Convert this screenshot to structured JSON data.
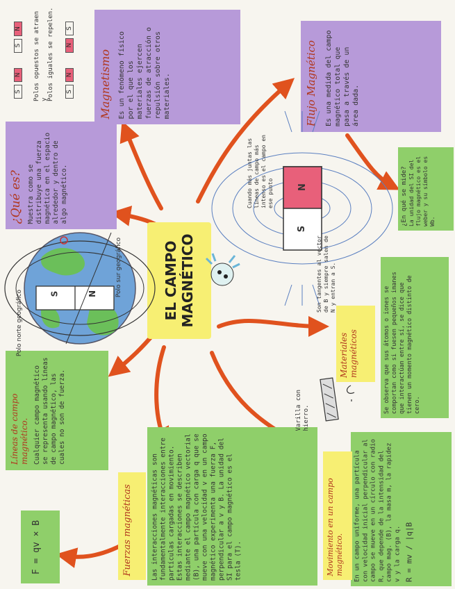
{
  "center": {
    "title": "EL CAMPO MAGNÉTICO"
  },
  "magnetismo": {
    "title": "Magnetismo",
    "text": "Es un fenómeno físico por el que los materiales ejercen fuerzas de atracción o repulsión sobre otros materiales."
  },
  "que_es": {
    "title": "¿Qué es?",
    "text": "Muestra como se distribuye una fuerza magnética en el espacio alrededor y dentro de algo magnético."
  },
  "flujo": {
    "title": "Flujo Magnético",
    "text": "Es una medida del campo magnético total que pasa a través de un área dada."
  },
  "unidad": {
    "title": "¿En qué se mide?",
    "text": "La unidad del SI del flujo magnético es el weber y su símbolo es Wb."
  },
  "lineas": {
    "title": "Líneas de campo magnético.",
    "text": "Cualquier campo magnético se representa usando líneas de campo magnético, las cuales no son de fuerza."
  },
  "materiales": {
    "title": "Materiales magnéticos",
    "text": "Se observa que sus átomos o iones se comportan como si fuesen pequeños imanes que interactúan entre sí, se dice que tienen un momento magnético distinto de cero."
  },
  "fuerzas": {
    "title": "Fuerzas magnéticas",
    "text": "Las interacciones magnéticas son fundamentalmente interacciones entre partículas cargadas en movimiento. Estas interacciones se describen mediante el campo magnético vectorial (B), una partícula con carga q que se mueve con una velocidad v en un campo magnético experimenta una fuerza F, perpendicular a v y B. La unidad del SI para el campo magnético es el tesla (T)."
  },
  "movimiento": {
    "title": "Movimiento en un campo magnético.",
    "text": "En un campo uniforme, una partícula con velocidad inicial perpendicular al campo se mueve en un círculo con radio R, que depende de la intensidad del campo mag. (B), la masa m, la rapidez v y la carga q.",
    "formula": "R = mv / |q|B"
  },
  "fuerza_formula": {
    "text": "F = qv × B"
  },
  "polos": {
    "line1": "Polos opuestos se atraen y",
    "line2": "Polos iguales se repelen."
  },
  "sketches": {
    "iman_note": "Cuando más juntas las líneas de campo más intenso es el campo en ese punto",
    "tangentes_note": "Son tangentes al vector de B y siempre salen de N y entran a S.",
    "varilla": "Varilla con hierro.",
    "polo_norte": "Polo norte geográfico",
    "polo_sur": "Polo sur geográfico"
  },
  "letters": {
    "n": "N",
    "s": "S"
  },
  "colors": {
    "purple": "#b79ad9",
    "green": "#8fcf6a",
    "yellow": "#f7ef73",
    "arrow": "#e0521e",
    "title": "#b0371e"
  }
}
